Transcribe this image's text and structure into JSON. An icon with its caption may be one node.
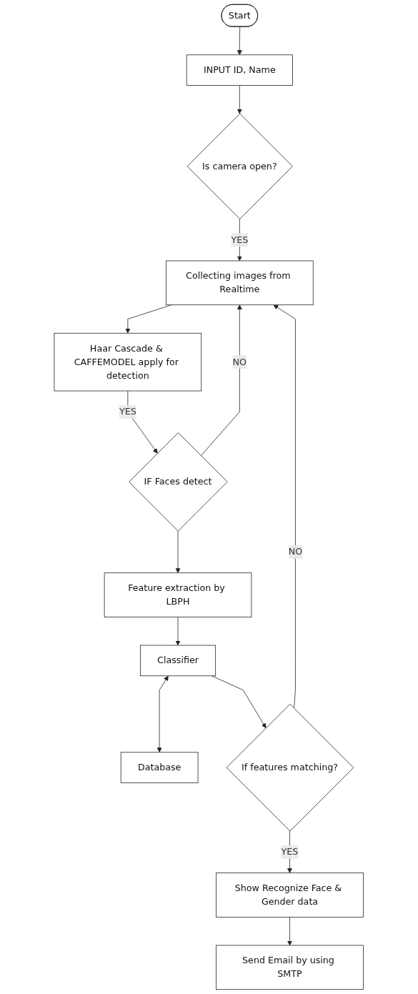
{
  "diagram": {
    "nodes": [
      {
        "text": [
          "Start"
        ]
      },
      {
        "text": [
          "INPUT ID, Name"
        ]
      },
      {
        "text": [
          "Is camera open?"
        ]
      },
      {
        "text": [
          "Collecting images from Realtime"
        ]
      },
      {
        "text": [
          "Haar Cascade & CAFFEMODEL apply for detection"
        ]
      },
      {
        "text": [
          "IF Faces detect"
        ]
      },
      {
        "text": [
          "Feature extraction by LBPH"
        ]
      },
      {
        "text": [
          "Database"
        ]
      },
      {
        "text": [
          "Classifier"
        ]
      },
      {
        "text": [
          "If features matching?"
        ]
      },
      {
        "text": [
          "Show Recognize Face & Gender data"
        ]
      },
      {
        "text": [
          "Send Email by using SMTP"
        ]
      }
    ],
    "edges": [
      {
        "from": 0,
        "to": 1,
        "arrow": "to"
      },
      {
        "from": 1,
        "to": 2,
        "arrow": "to"
      },
      {
        "from": 2,
        "to": 3,
        "arrow": "to",
        "label": "YES"
      },
      {
        "from": 3,
        "to": 4,
        "arrow": "to"
      },
      {
        "from": 4,
        "to": 5,
        "arrow": "to",
        "label": "YES"
      },
      {
        "from": 5,
        "to": 3,
        "arrow": "to",
        "label": "NO"
      },
      {
        "from": 5,
        "to": 6,
        "arrow": "to"
      },
      {
        "from": 6,
        "to": 8,
        "arrow": "to"
      },
      {
        "from": 8,
        "to": 7,
        "arrow": "both"
      },
      {
        "from": 8,
        "to": 9,
        "arrow": "to"
      },
      {
        "from": 9,
        "to": 3,
        "arrow": "to",
        "label": "NO"
      },
      {
        "from": 9,
        "to": 10,
        "arrow": "to",
        "label": "YES"
      },
      {
        "from": 10,
        "to": 11,
        "arrow": "to"
      }
    ]
  }
}
